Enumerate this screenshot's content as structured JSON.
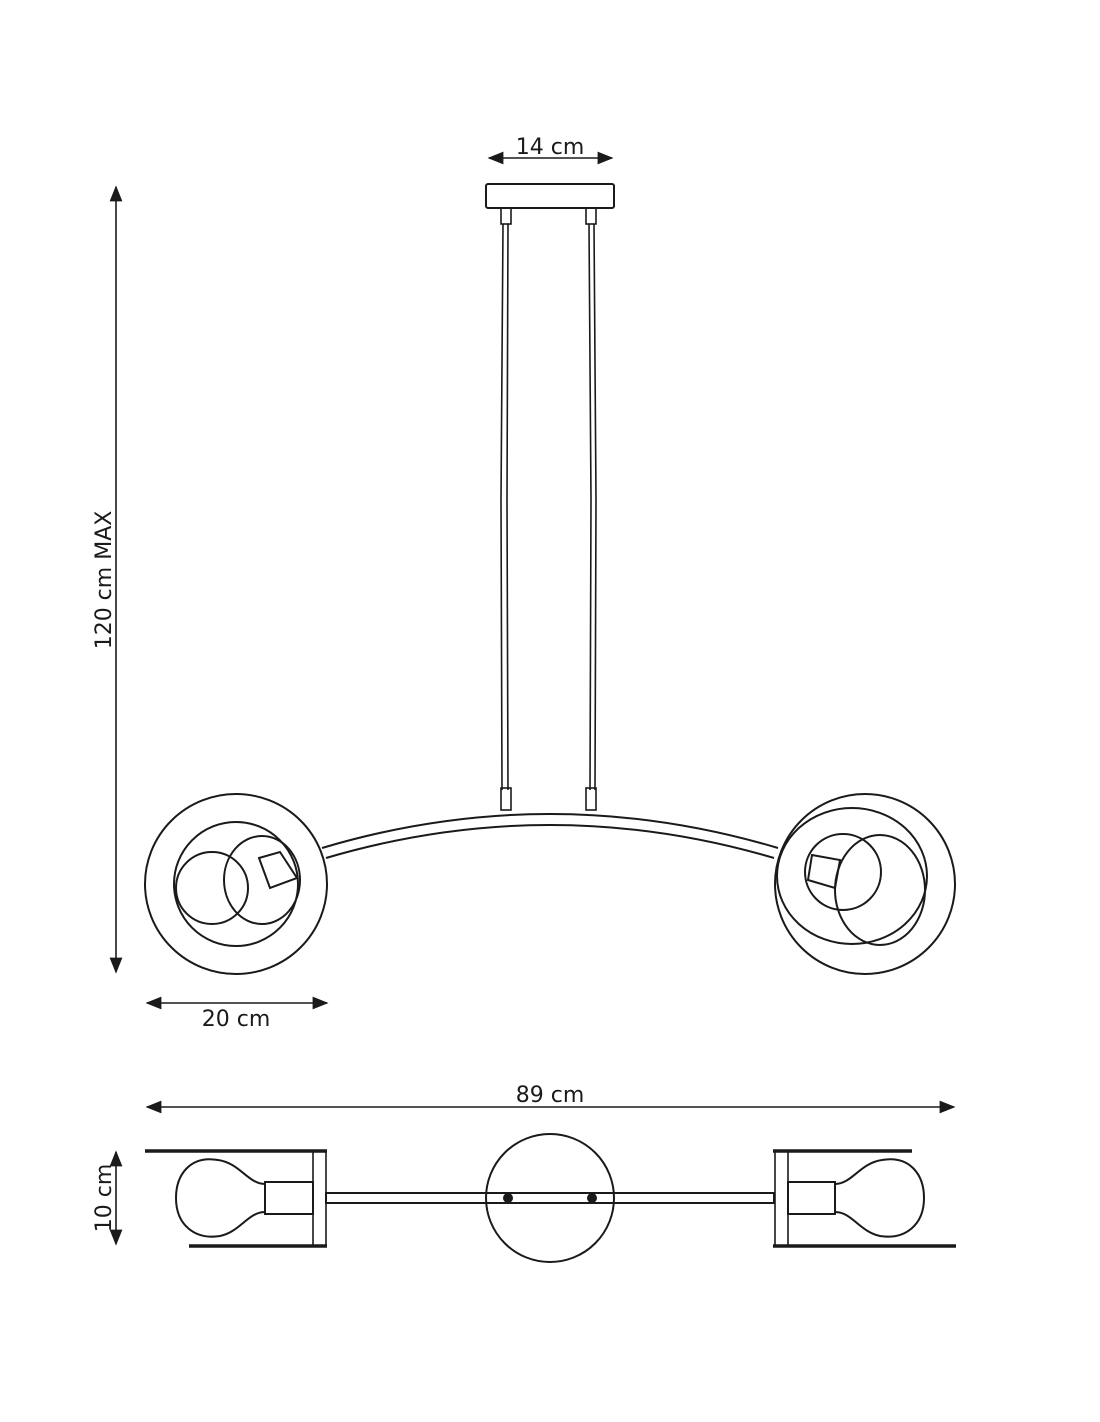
{
  "dimensions": {
    "canopy_width": "14 cm",
    "height_max": "120 cm MAX",
    "shade_diameter": "20 cm",
    "total_width": "89 cm",
    "shade_depth": "10 cm"
  },
  "colors": {
    "line": "#1a1a1a",
    "background": "#ffffff"
  }
}
